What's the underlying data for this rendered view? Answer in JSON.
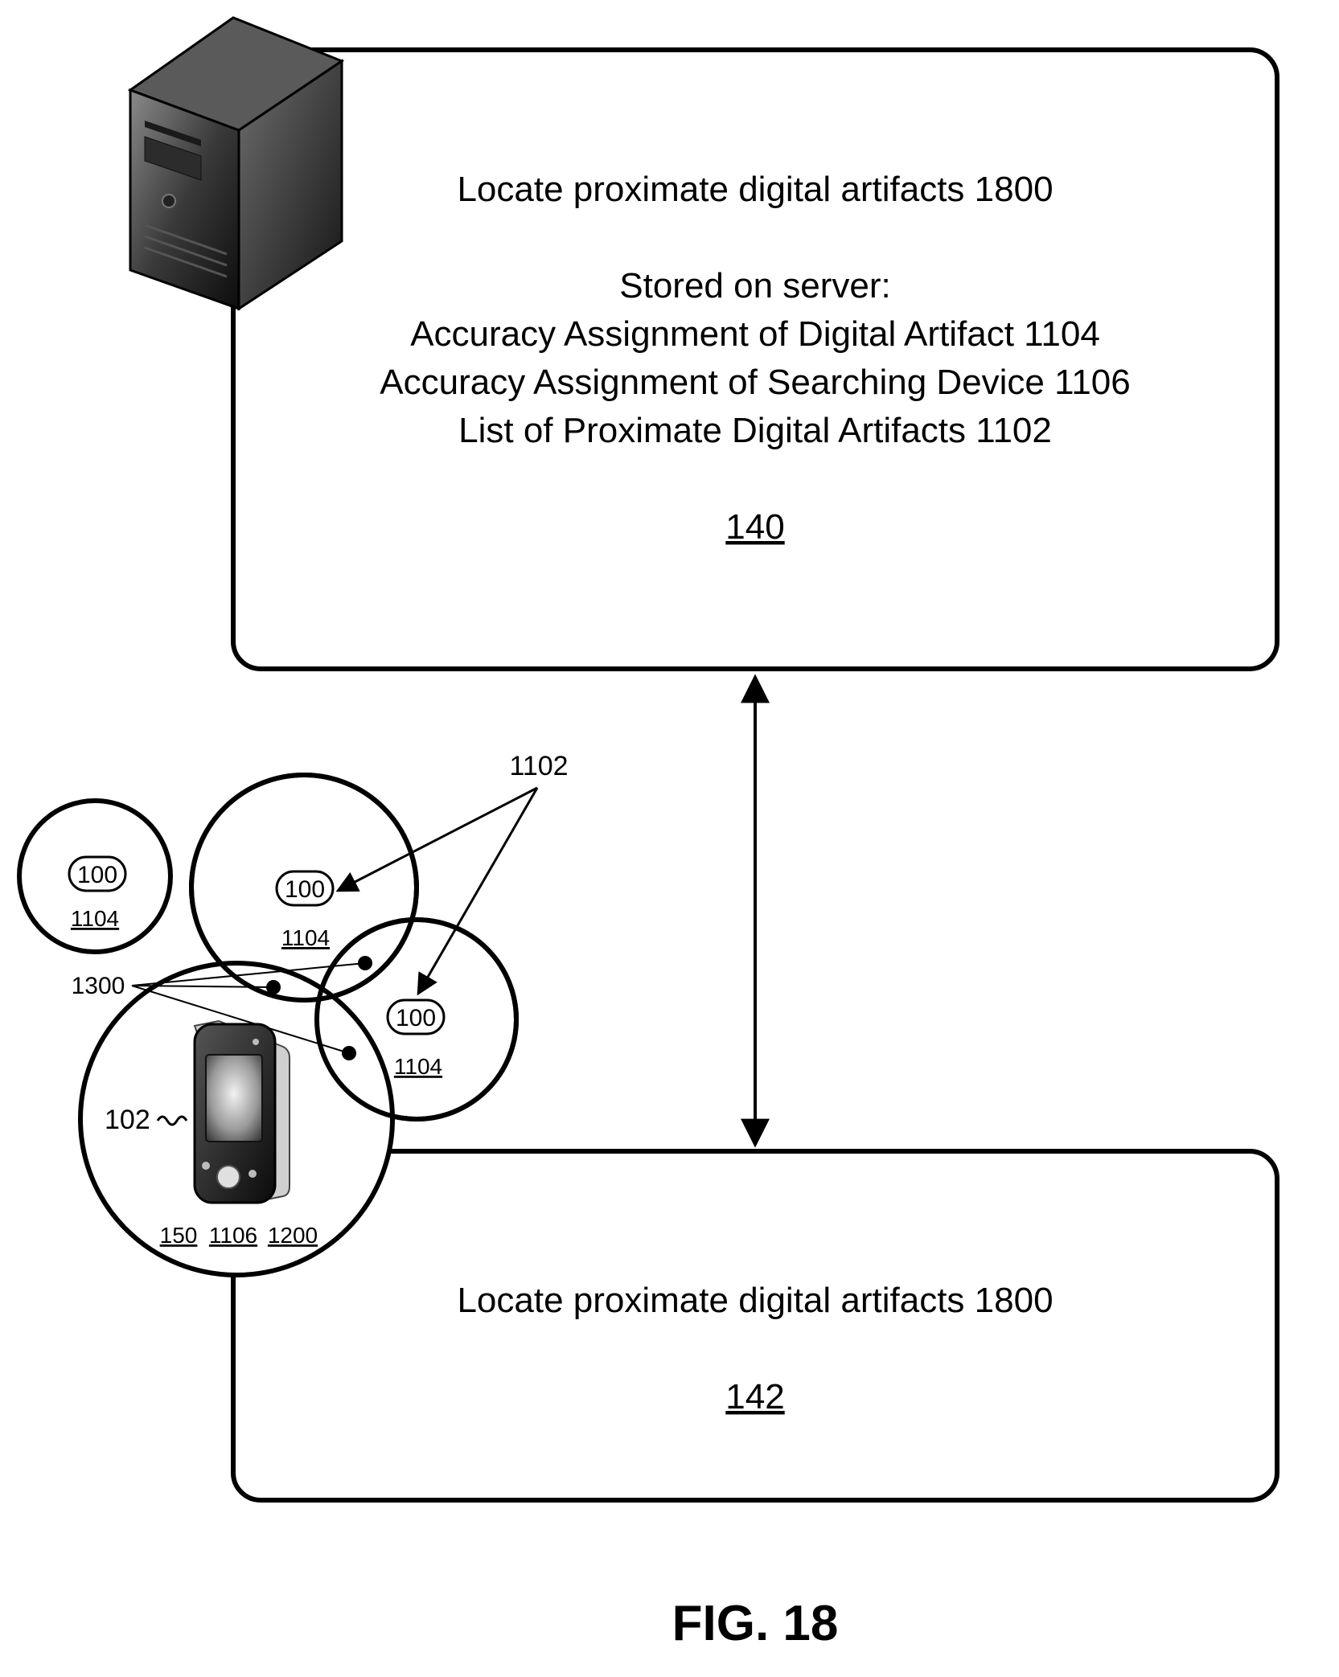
{
  "server_box": {
    "title": "Locate proximate digital artifacts 1800",
    "stored_heading": "Stored on server:",
    "lines": [
      "Accuracy Assignment of Digital Artifact 1104",
      "Accuracy Assignment of Searching Device 1106",
      "List of Proximate Digital Artifacts 1102"
    ],
    "ref": "140"
  },
  "device_box": {
    "title": "Locate proximate digital artifacts 1800",
    "ref": "142"
  },
  "artifacts": [
    {
      "label": "100",
      "ref": "1104"
    },
    {
      "label": "100",
      "ref": "1104"
    },
    {
      "label": "100",
      "ref": "1104"
    }
  ],
  "device": {
    "label": "102",
    "refs": [
      "150",
      "1106",
      "1200"
    ]
  },
  "callouts": {
    "list_label": "1102",
    "overlap_label": "1300"
  },
  "figure_label": "FIG. 18",
  "icons": {
    "server": "server-tower-icon",
    "device": "handheld-device-icon"
  }
}
